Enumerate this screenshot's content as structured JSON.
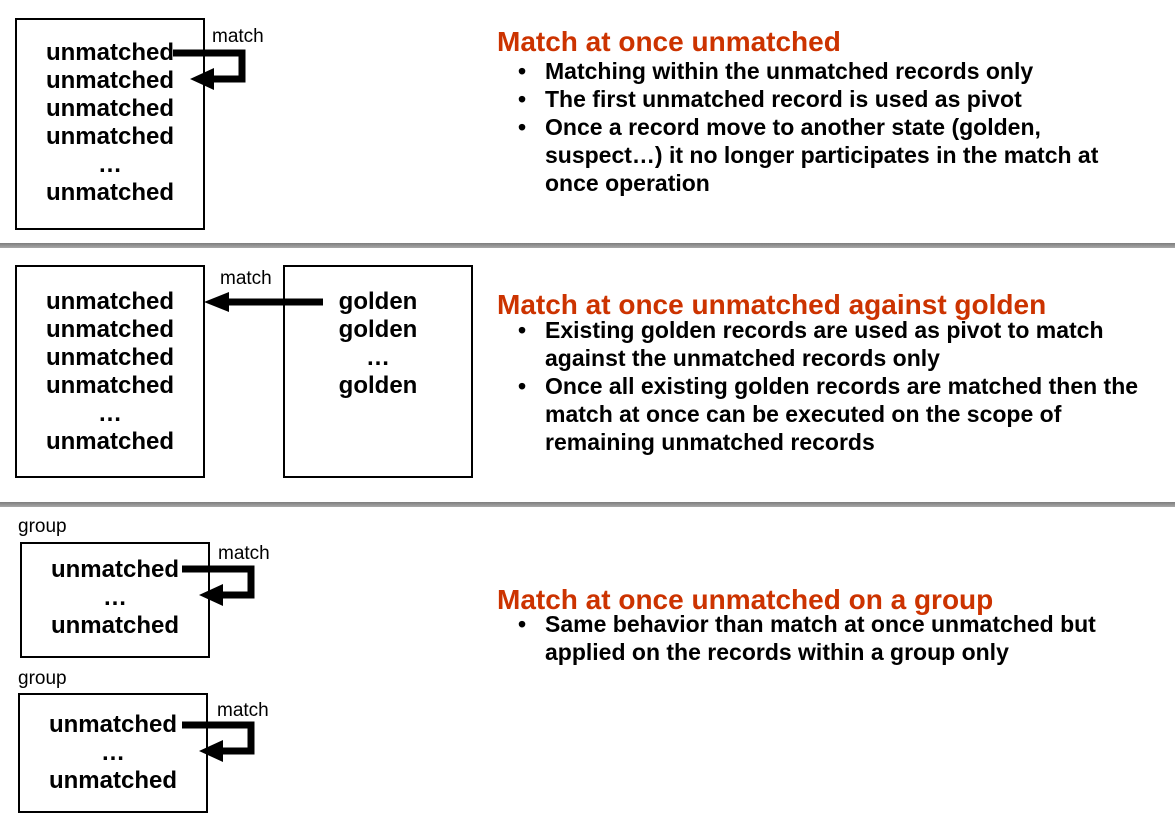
{
  "colors": {
    "heading": "#CC3300",
    "text": "#000000",
    "divider": "#8C8C8C",
    "box_border": "#000000",
    "arrow": "#000000",
    "background": "#FFFFFF"
  },
  "s1": {
    "heading": "Match at once unmatched",
    "bullets": [
      "Matching within the unmatched records only",
      "The first unmatched record is used as pivot",
      "Once a record move to another state (golden, suspect…) it no longer participates in the match at once operation"
    ],
    "arrow_label": "match",
    "box_unmatched": [
      "unmatched",
      "unmatched",
      "unmatched",
      "unmatched",
      "…",
      "unmatched"
    ]
  },
  "s2": {
    "heading": "Match at once unmatched against golden",
    "bullets": [
      "Existing golden records are used as pivot to match against the unmatched records only",
      "Once all existing golden records are matched then the match at once can be executed on the scope of remaining unmatched records"
    ],
    "arrow_label": "match",
    "box_unmatched": [
      "unmatched",
      "unmatched",
      "unmatched",
      "unmatched",
      "…",
      "unmatched"
    ],
    "box_golden": [
      "golden",
      "golden",
      "…",
      "golden"
    ]
  },
  "s3": {
    "heading": "Match at once unmatched on a group",
    "bullets": [
      "Same behavior than match at once unmatched but applied on the records within a group only"
    ],
    "group1": {
      "label": "group",
      "arrow_label": "match",
      "lines": [
        "unmatched",
        "…",
        "unmatched"
      ]
    },
    "group2": {
      "label": "group",
      "arrow_label": "match",
      "lines": [
        "unmatched",
        "…",
        "unmatched"
      ]
    }
  }
}
